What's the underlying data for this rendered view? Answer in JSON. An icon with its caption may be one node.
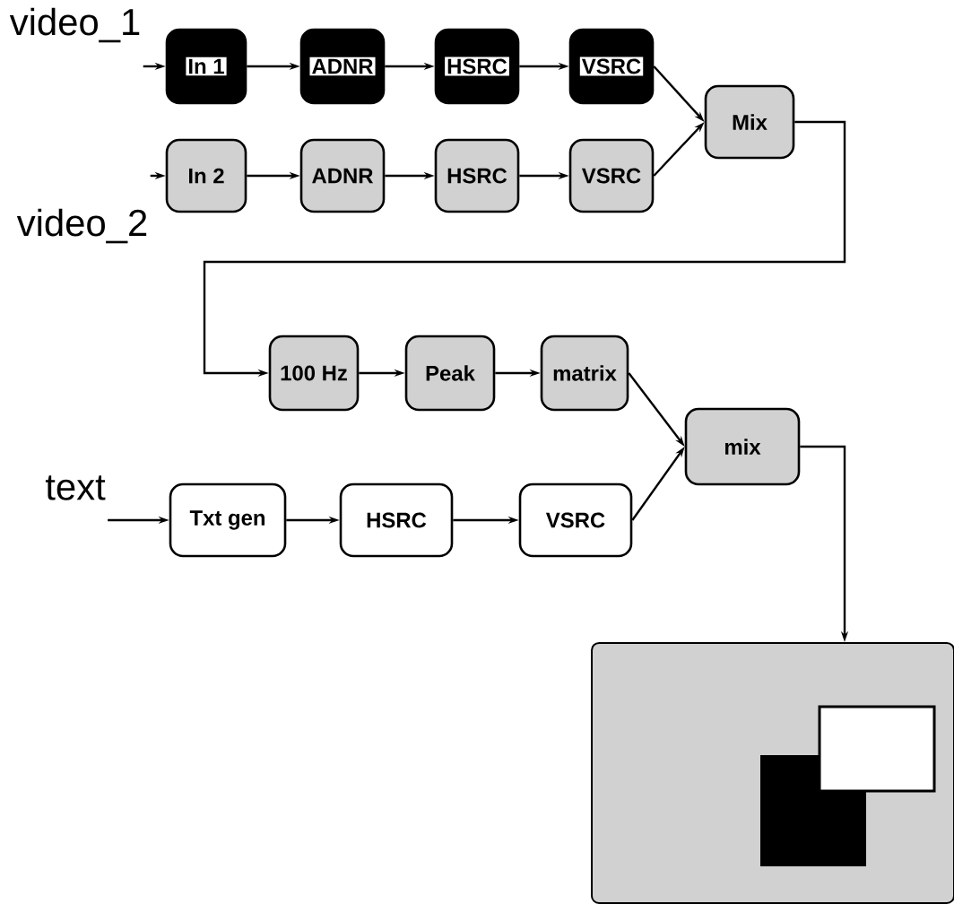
{
  "diagram": {
    "nodes": [
      {
        "text": [
          "video_1"
        ]
      },
      {
        "text": [
          "In 1"
        ]
      },
      {
        "text": [
          "ADNR"
        ]
      },
      {
        "text": [
          "HSRC"
        ]
      },
      {
        "text": [
          "VSRC"
        ]
      },
      {
        "text": [
          "In 2"
        ]
      },
      {
        "text": [
          "ADNR"
        ]
      },
      {
        "text": [
          "HSRC"
        ]
      },
      {
        "text": [
          "VSRC"
        ]
      },
      {
        "text": [
          "video_2"
        ]
      },
      {
        "text": [
          "Mix"
        ]
      },
      {
        "text": [
          "100 Hz"
        ]
      },
      {
        "text": [
          "Peak"
        ]
      },
      {
        "text": [
          "matrix"
        ]
      },
      {
        "text": [
          "mix"
        ]
      },
      {
        "text": [
          "text"
        ]
      },
      {
        "text": [
          "Txt gen"
        ]
      },
      {
        "text": [
          "HSRC"
        ]
      },
      {
        "text": [
          "VSRC"
        ]
      },
      {
        "text": [],
        "shape": "box"
      }
    ],
    "edges": [
      {
        "from": 0,
        "to": 1,
        "arrow": "to"
      },
      {
        "from": 1,
        "to": 2,
        "arrow": "to"
      },
      {
        "from": 2,
        "to": 3,
        "arrow": "to"
      },
      {
        "from": 3,
        "to": 4,
        "arrow": "to"
      },
      {
        "from": 4,
        "to": 10,
        "arrow": "to"
      },
      {
        "from": 9,
        "to": 5,
        "arrow": "to"
      },
      {
        "from": 5,
        "to": 6,
        "arrow": "to"
      },
      {
        "from": 6,
        "to": 7,
        "arrow": "to"
      },
      {
        "from": 7,
        "to": 8,
        "arrow": "to"
      },
      {
        "from": 8,
        "to": 10,
        "arrow": "to"
      },
      {
        "from": 10,
        "to": 11,
        "arrow": "to"
      },
      {
        "from": 11,
        "to": 12,
        "arrow": "to"
      },
      {
        "from": 12,
        "to": 13,
        "arrow": "to"
      },
      {
        "from": 13,
        "to": 14,
        "arrow": "to"
      },
      {
        "from": 15,
        "to": 16,
        "arrow": "to"
      },
      {
        "from": 16,
        "to": 17,
        "arrow": "to"
      },
      {
        "from": 17,
        "to": 18,
        "arrow": "to"
      },
      {
        "from": 18,
        "to": 14,
        "arrow": "to"
      },
      {
        "from": 14,
        "to": 19,
        "arrow": "to"
      }
    ]
  }
}
